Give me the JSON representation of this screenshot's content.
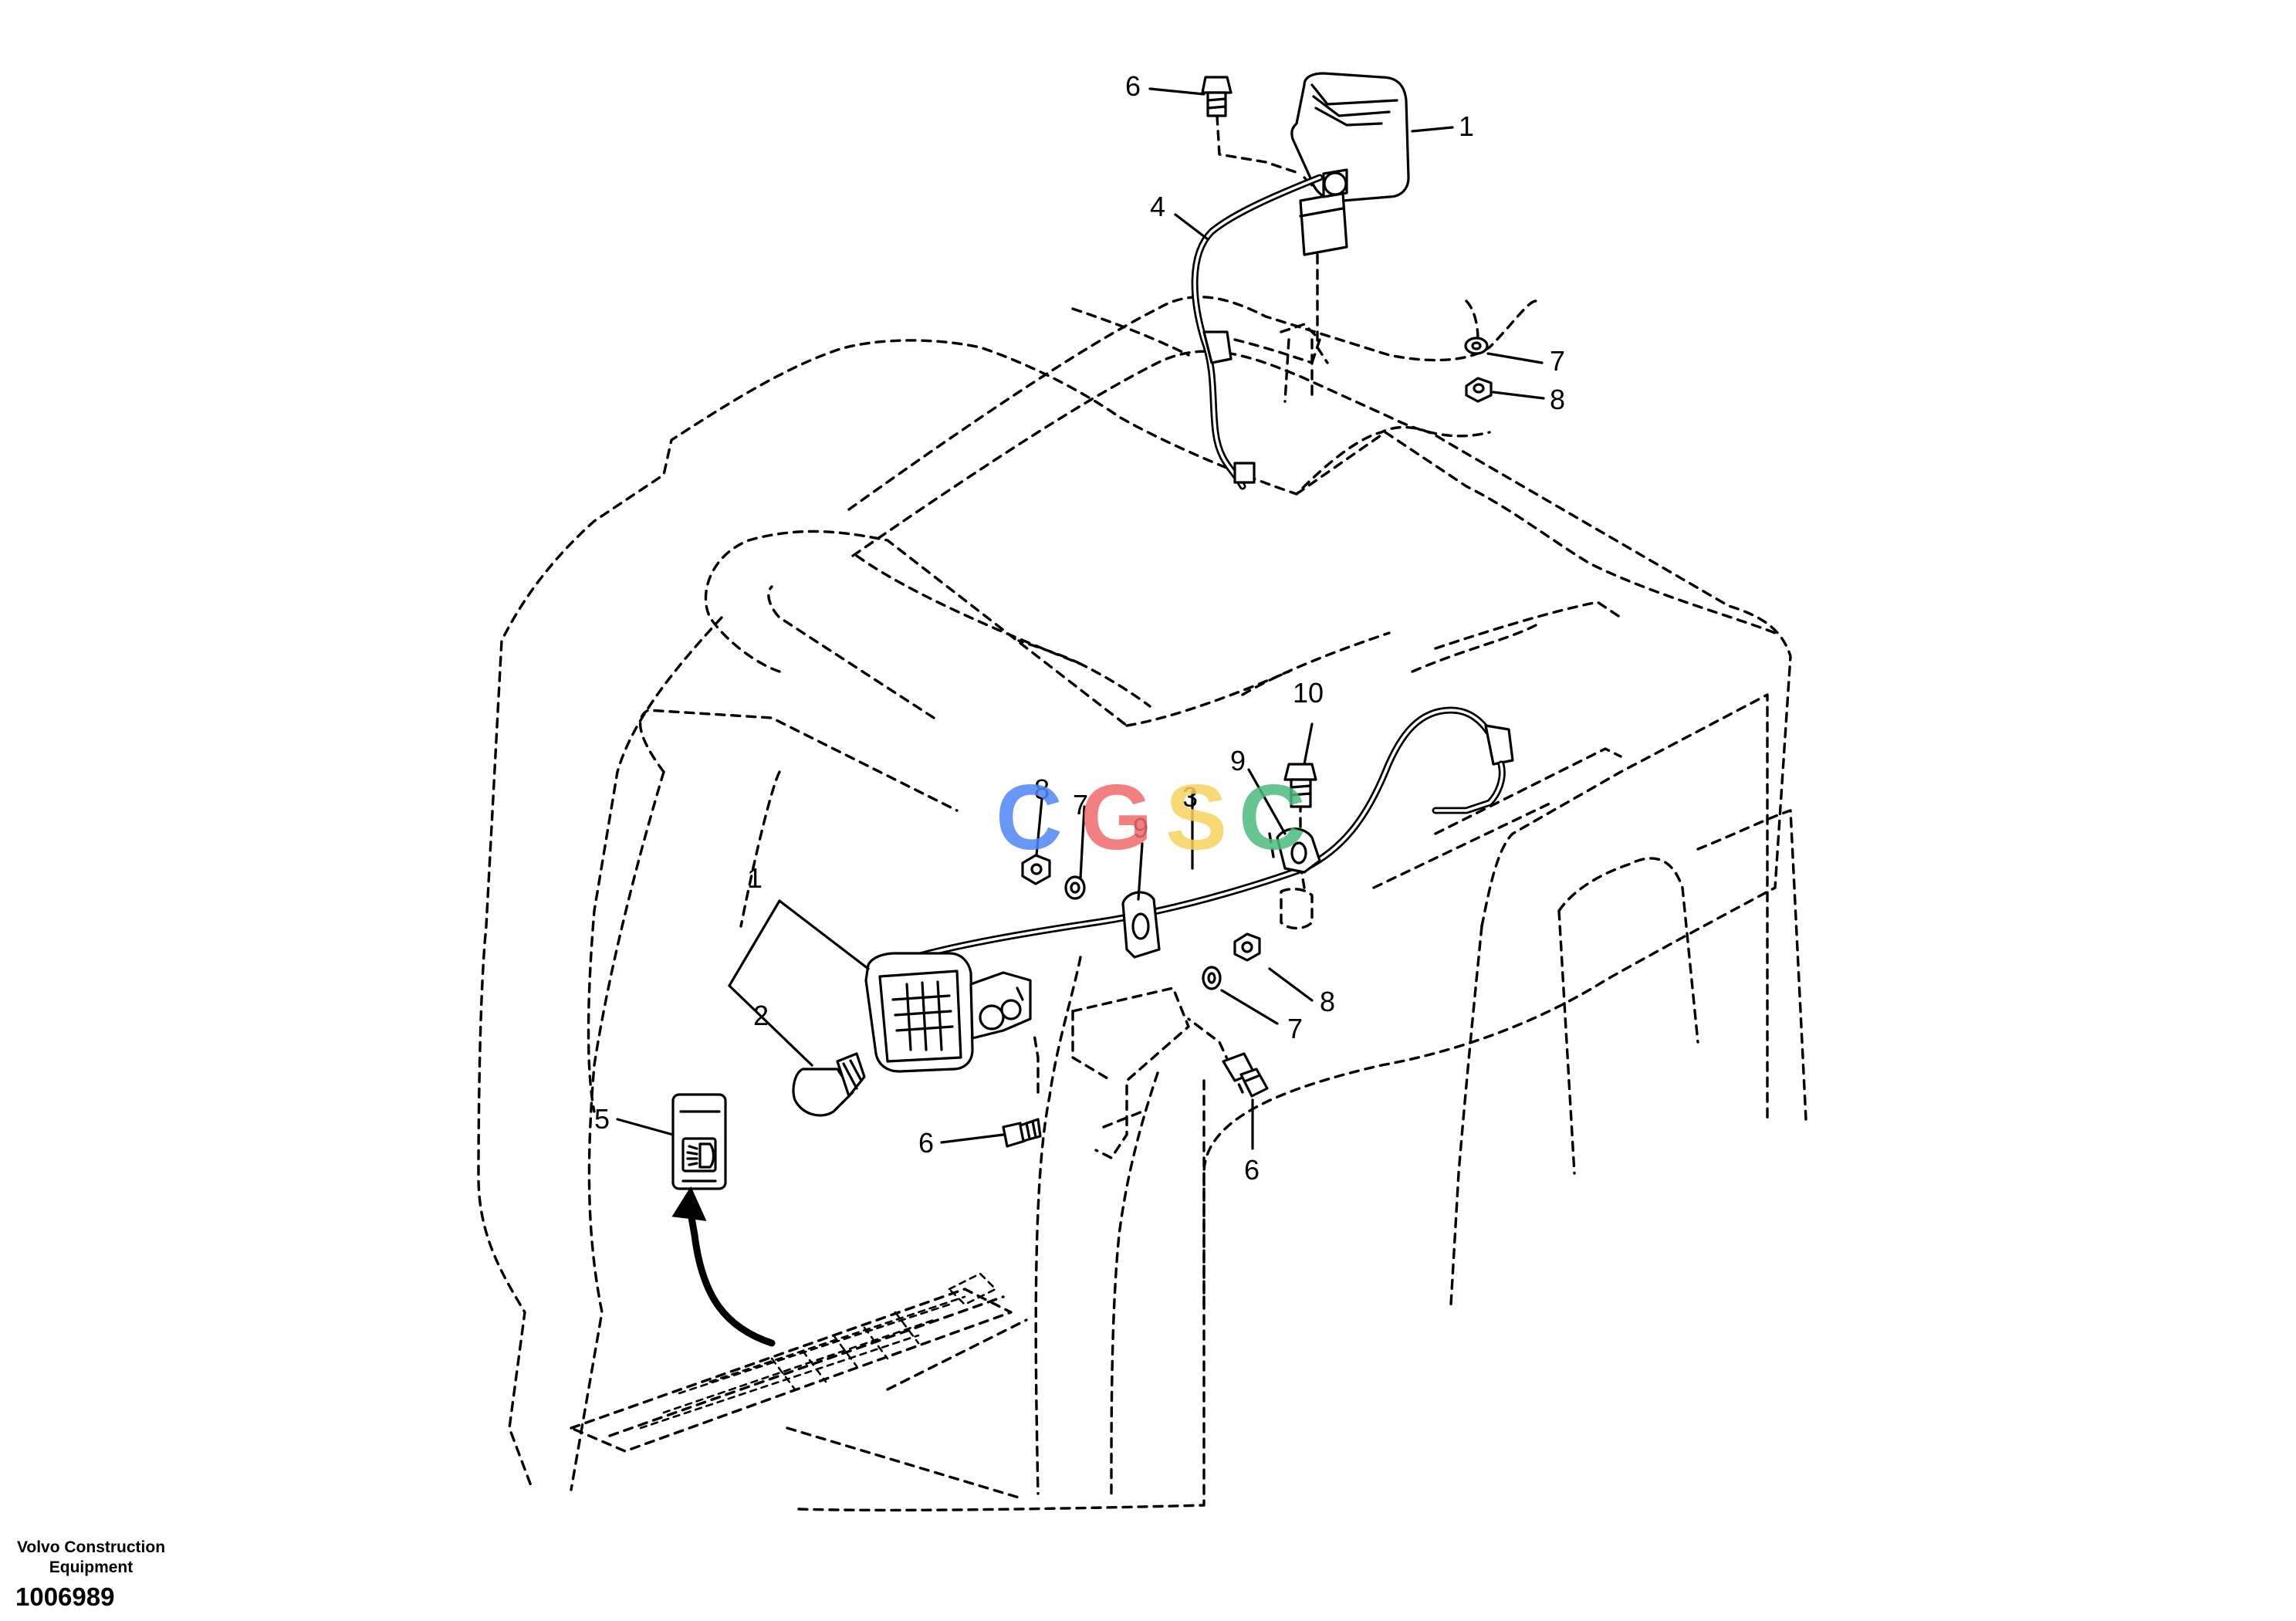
{
  "callouts": {
    "top_bolt": "6",
    "top_lamp": "1",
    "top_harness": "4",
    "top_washer": "7",
    "top_nut": "8",
    "bolt_upper_right": "10",
    "clamp_right": "9",
    "harness_main": "3",
    "clamp_left": "9",
    "washer_left": "7",
    "nut_left": "8",
    "lamp_front": "1",
    "bulb": "2",
    "switch": "5",
    "bolt_lamp": "6",
    "nut_right": "8",
    "washer_right": "7",
    "bolt_right": "6"
  },
  "watermark": {
    "letters": [
      "C",
      "G",
      "S",
      "C"
    ],
    "colors": [
      "#4f86f7",
      "#f26b6b",
      "#f7d35e",
      "#4dbb7f"
    ]
  },
  "footer": {
    "company_line1": "Volvo Construction",
    "company_line2": "Equipment",
    "part_number": "1006989"
  }
}
